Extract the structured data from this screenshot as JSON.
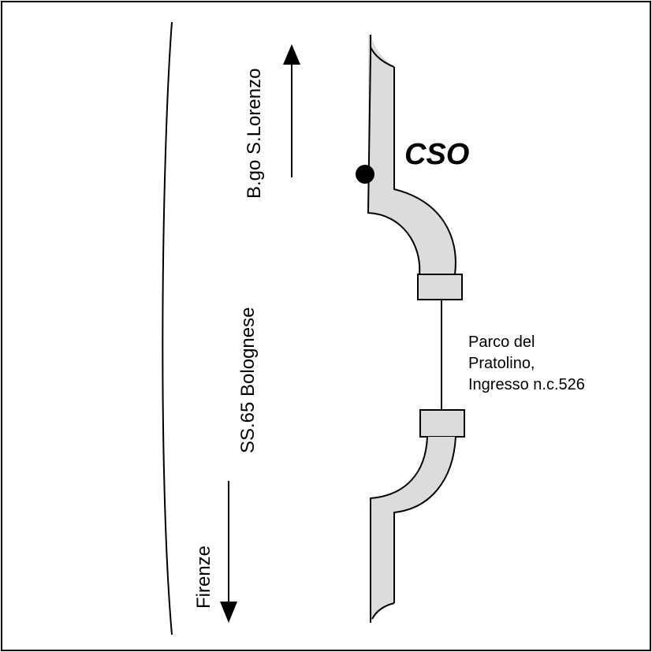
{
  "map": {
    "colors": {
      "road_fill": "#dcdcdc",
      "stroke": "#000000",
      "background": "#ffffff"
    },
    "labels": {
      "north_direction": "B.go S.Lorenzo",
      "main_road": "SS.65 Bolognese",
      "south_direction": "Firenze",
      "site": "CSO",
      "park_line1": "Parco del",
      "park_line2": "Pratolino,",
      "park_line3": "Ingresso n.c.526"
    },
    "icons": {
      "north_arrow": "arrow-up-icon",
      "south_arrow": "arrow-down-icon",
      "site_marker": "location-dot-icon"
    }
  }
}
